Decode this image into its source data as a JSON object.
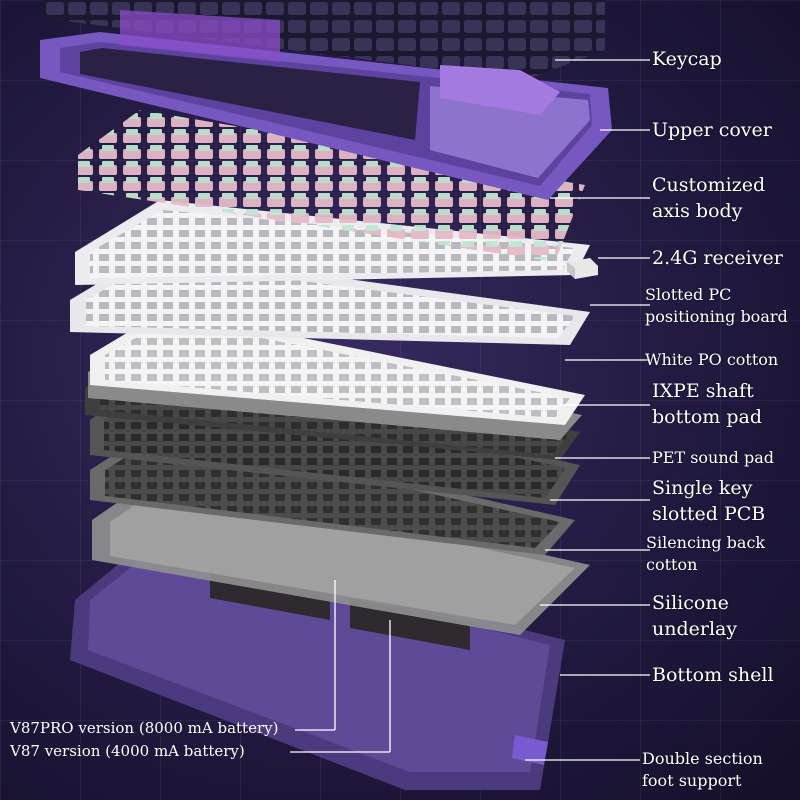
{
  "labels": {
    "keycap": "Keycap",
    "upper_cover": "Upper cover",
    "customized_axis_body": [
      "Customized",
      "axis body"
    ],
    "receiver": "2.4G receiver",
    "positioning_board": [
      "Slotted PC",
      "positioning board"
    ],
    "white_po_cotton": "White PO cotton",
    "ixpe_pad": [
      "IXPE shaft",
      "bottom pad"
    ],
    "pet_sound_pad": "PET sound pad",
    "single_key_pcb": [
      "Single key",
      "slotted PCB"
    ],
    "silencing_back_cotton": [
      "Silencing back",
      "cotton"
    ],
    "silicone_underlay": [
      "Silicone",
      "underlay"
    ],
    "bottom_shell": "Bottom shell",
    "foot_support": [
      "Double section",
      "foot support"
    ]
  },
  "battery_notes": [
    "V87PRO version (8000 mA battery)",
    "V87 version (4000 mA battery)"
  ],
  "colors": {
    "background": "#221a40",
    "purple_frame": "#7c5cc4",
    "keycap_dark": "#2a2440",
    "keycap_purple": "#9a6cd8",
    "switch_pink": "#e6b9c8",
    "switch_green": "#a8e0c0",
    "white_layer": "#f2f2f2",
    "gray_layer": "#7a7a7a",
    "dark_layer": "#3c3c3c",
    "bottom_shell": "#5a4690",
    "leader_line": "#ffffff"
  }
}
